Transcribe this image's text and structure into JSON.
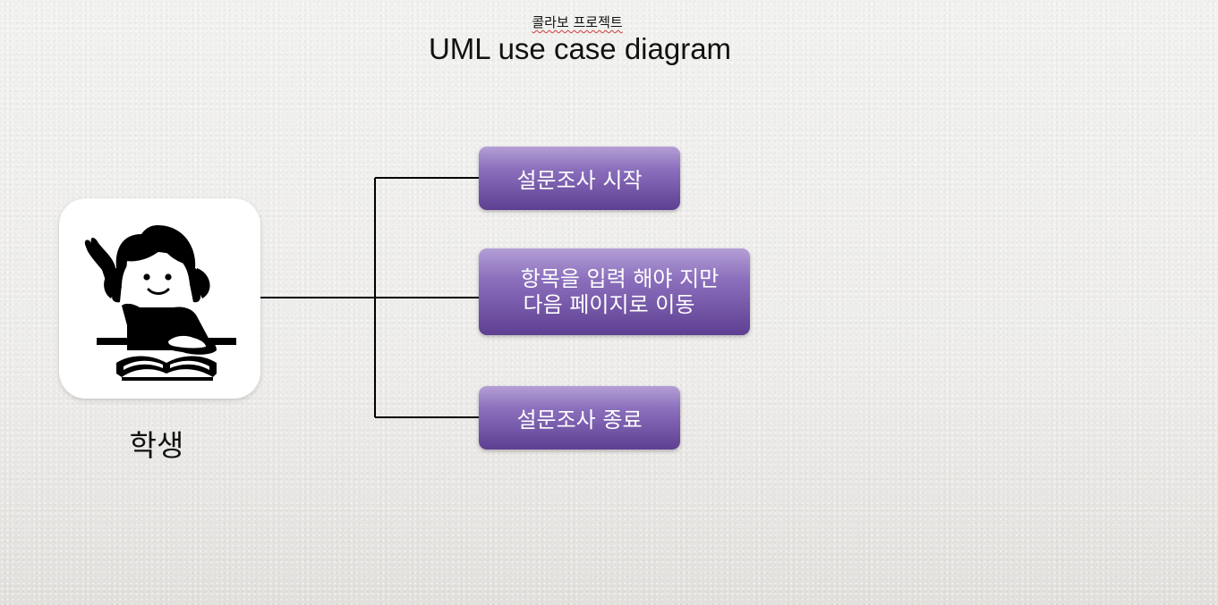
{
  "header": {
    "project_name": "콜라보 프로젝트",
    "title": "UML use case diagram"
  },
  "actor": {
    "label": "학생",
    "icon": "student-writing-icon"
  },
  "use_cases": [
    {
      "lines": [
        "설문조사 시작"
      ]
    },
    {
      "lines": [
        "항목을 입력 해야 지만",
        "다음 페이지로 이동"
      ]
    },
    {
      "lines": [
        "설문조사 종료"
      ]
    }
  ],
  "colors": {
    "use_case_top": "#b49fd6",
    "use_case_bottom": "#5e3f92",
    "connector": "#000000",
    "actor_bg": "#ffffff"
  }
}
